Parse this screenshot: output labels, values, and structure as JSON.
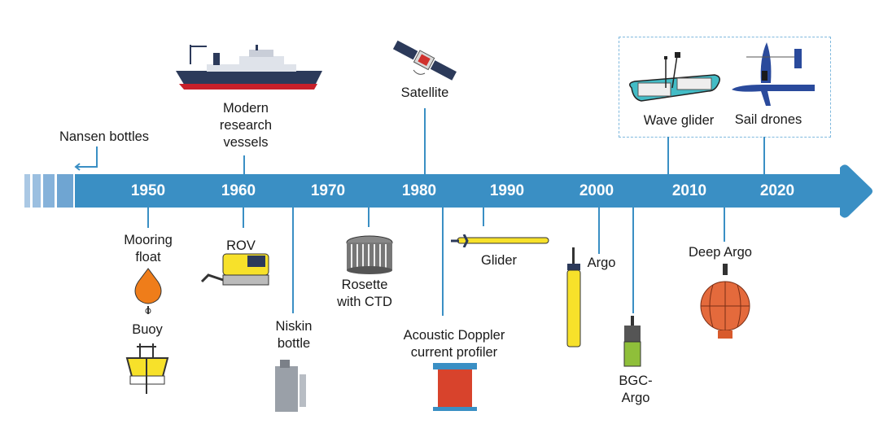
{
  "timeline": {
    "years": [
      "1950",
      "1960",
      "1970",
      "1980",
      "1990",
      "2000",
      "2010",
      "2020"
    ],
    "color": "#3a8fc4"
  },
  "above": {
    "nansen": "Nansen bottles",
    "vessels": [
      "Modern",
      "research",
      "vessels"
    ],
    "satellite": "Satellite",
    "wave_glider": "Wave glider",
    "sail_drones": "Sail drones"
  },
  "below": {
    "mooring": [
      "Mooring",
      "float"
    ],
    "buoy": "Buoy",
    "rov": "ROV",
    "niskin": [
      "Niskin",
      "bottle"
    ],
    "rosette": [
      "Rosette",
      "with CTD"
    ],
    "adcp": [
      "Acoustic Doppler",
      "current profiler"
    ],
    "glider": "Glider",
    "argo": "Argo",
    "bgc": [
      "BGC-",
      "Argo"
    ],
    "deep_argo": "Deep Argo"
  }
}
